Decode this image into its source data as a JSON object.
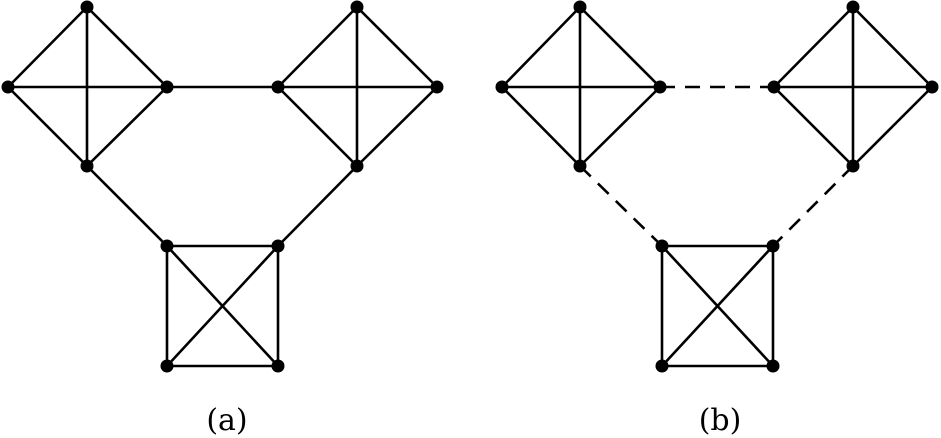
{
  "diagram": {
    "panels": [
      {
        "id": "a",
        "caption": "(a)",
        "nodes": [
          "tl_top",
          "tl_left",
          "tl_right",
          "tl_bottom",
          "tr_top",
          "tr_left",
          "tr_right",
          "tr_bottom",
          "bq_tl",
          "bq_tr",
          "bq_bl",
          "bq_br"
        ],
        "edges": [
          [
            "tl_top",
            "tl_left",
            "solid"
          ],
          [
            "tl_top",
            "tl_right",
            "solid"
          ],
          [
            "tl_top",
            "tl_bottom",
            "solid"
          ],
          [
            "tl_left",
            "tl_right",
            "solid"
          ],
          [
            "tl_left",
            "tl_bottom",
            "solid"
          ],
          [
            "tl_right",
            "tl_bottom",
            "solid"
          ],
          [
            "tr_top",
            "tr_left",
            "solid"
          ],
          [
            "tr_top",
            "tr_right",
            "solid"
          ],
          [
            "tr_top",
            "tr_bottom",
            "solid"
          ],
          [
            "tr_left",
            "tr_right",
            "solid"
          ],
          [
            "tr_left",
            "tr_bottom",
            "solid"
          ],
          [
            "tr_right",
            "tr_bottom",
            "solid"
          ],
          [
            "bq_tl",
            "bq_tr",
            "solid"
          ],
          [
            "bq_tl",
            "bq_bl",
            "solid"
          ],
          [
            "bq_tl",
            "bq_br",
            "solid"
          ],
          [
            "bq_tr",
            "bq_bl",
            "solid"
          ],
          [
            "bq_tr",
            "bq_br",
            "solid"
          ],
          [
            "bq_bl",
            "bq_br",
            "solid"
          ],
          [
            "tl_right",
            "tr_left",
            "solid"
          ],
          [
            "tl_bottom",
            "bq_tl",
            "solid"
          ],
          [
            "tr_bottom",
            "bq_tr",
            "solid"
          ]
        ]
      },
      {
        "id": "b",
        "caption": "(b)",
        "nodes": [
          "tl_top",
          "tl_left",
          "tl_right",
          "tl_bottom",
          "tr_top",
          "tr_left",
          "tr_right",
          "tr_bottom",
          "bq_tl",
          "bq_tr",
          "bq_bl",
          "bq_br"
        ],
        "edges": [
          [
            "tl_top",
            "tl_left",
            "solid"
          ],
          [
            "tl_top",
            "tl_right",
            "solid"
          ],
          [
            "tl_top",
            "tl_bottom",
            "solid"
          ],
          [
            "tl_left",
            "tl_right",
            "solid"
          ],
          [
            "tl_left",
            "tl_bottom",
            "solid"
          ],
          [
            "tl_right",
            "tl_bottom",
            "solid"
          ],
          [
            "tr_top",
            "tr_left",
            "solid"
          ],
          [
            "tr_top",
            "tr_right",
            "solid"
          ],
          [
            "tr_top",
            "tr_bottom",
            "solid"
          ],
          [
            "tr_left",
            "tr_right",
            "solid"
          ],
          [
            "tr_left",
            "tr_bottom",
            "solid"
          ],
          [
            "tr_right",
            "tr_bottom",
            "solid"
          ],
          [
            "bq_tl",
            "bq_tr",
            "solid"
          ],
          [
            "bq_tl",
            "bq_bl",
            "solid"
          ],
          [
            "bq_tl",
            "bq_br",
            "solid"
          ],
          [
            "bq_tr",
            "bq_bl",
            "solid"
          ],
          [
            "bq_tr",
            "bq_br",
            "solid"
          ],
          [
            "bq_bl",
            "bq_br",
            "solid"
          ],
          [
            "tl_right",
            "tr_left",
            "dashed"
          ],
          [
            "tl_bottom",
            "bq_tl",
            "dashed"
          ],
          [
            "tr_bottom",
            "bq_tr",
            "dashed"
          ]
        ]
      }
    ],
    "colors": {
      "stroke": "#000000",
      "node": "#000000",
      "background": "#ffffff"
    }
  }
}
